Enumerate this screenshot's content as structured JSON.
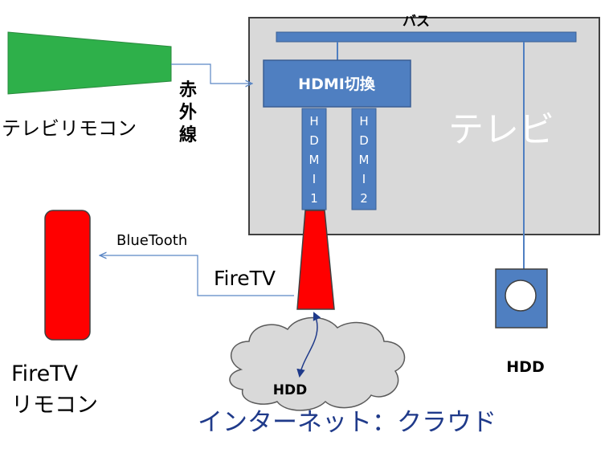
{
  "tv": {
    "label": "テレビ",
    "bus_label": "バス",
    "switch_label": "HDMI切換",
    "hdmi1_chars": [
      "H",
      "D",
      "M",
      "I",
      "1"
    ],
    "hdmi2_chars": [
      "H",
      "D",
      "M",
      "I",
      "2"
    ]
  },
  "remote": {
    "label": "テレビリモコン",
    "ir_chars": [
      "赤",
      "外",
      "線"
    ]
  },
  "firetv": {
    "label": "FireTV",
    "bluetooth_label": "BlueTooth",
    "remote_label_line1": "FireTV",
    "remote_label_line2": "リモコン"
  },
  "storage": {
    "external_hdd_label": "HDD",
    "cloud_hdd_label": "HDD"
  },
  "cloud": {
    "label": "インターネット：クラウド"
  },
  "colors": {
    "tv_fill": "#d9d9d9",
    "blue": "#4f7fc1",
    "blue_stroke": "#3a5f94",
    "red": "#ff0000",
    "green": "#2eb04a",
    "cloud_fill": "#d9d9d9",
    "arrow": "#5b87c5",
    "cloud_text": "#1f3a8a"
  }
}
